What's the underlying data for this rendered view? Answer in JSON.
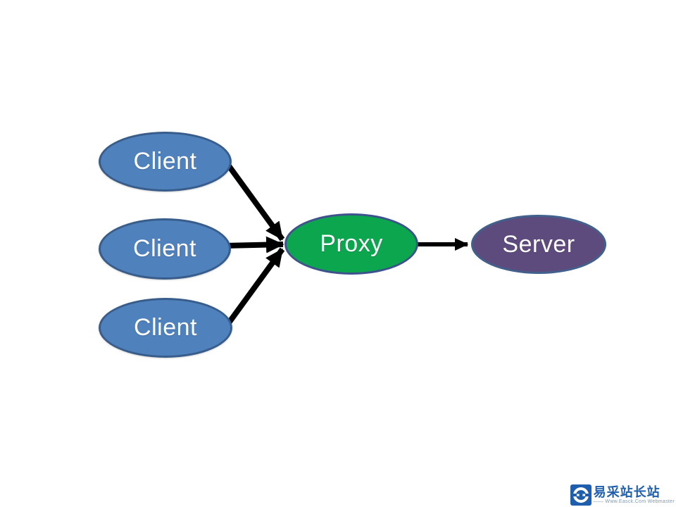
{
  "diagram": {
    "title": "clients-proxy-server-topology",
    "nodes": {
      "client1": {
        "label": "Client"
      },
      "client2": {
        "label": "Client"
      },
      "client3": {
        "label": "Client"
      },
      "proxy": {
        "label": "Proxy"
      },
      "server": {
        "label": "Server"
      }
    },
    "edges": [
      {
        "from": "client1",
        "to": "proxy"
      },
      {
        "from": "client2",
        "to": "proxy"
      },
      {
        "from": "client3",
        "to": "proxy"
      },
      {
        "from": "proxy",
        "to": "server"
      }
    ]
  },
  "colors": {
    "client_fill": "#4F81BD",
    "client_border": "#385D8A",
    "proxy_fill": "#0CA64F",
    "proxy_border": "#3E538C",
    "server_fill": "#5E4B7D",
    "server_border": "#41608C",
    "arrow": "#000000",
    "node_text": "#FFFFFF",
    "brand": "#2060AE",
    "tagline_color": "#8098B0"
  },
  "watermark": {
    "site_name": "易采站长站",
    "tagline": "—— Www.Easck.Com Webmaster"
  }
}
